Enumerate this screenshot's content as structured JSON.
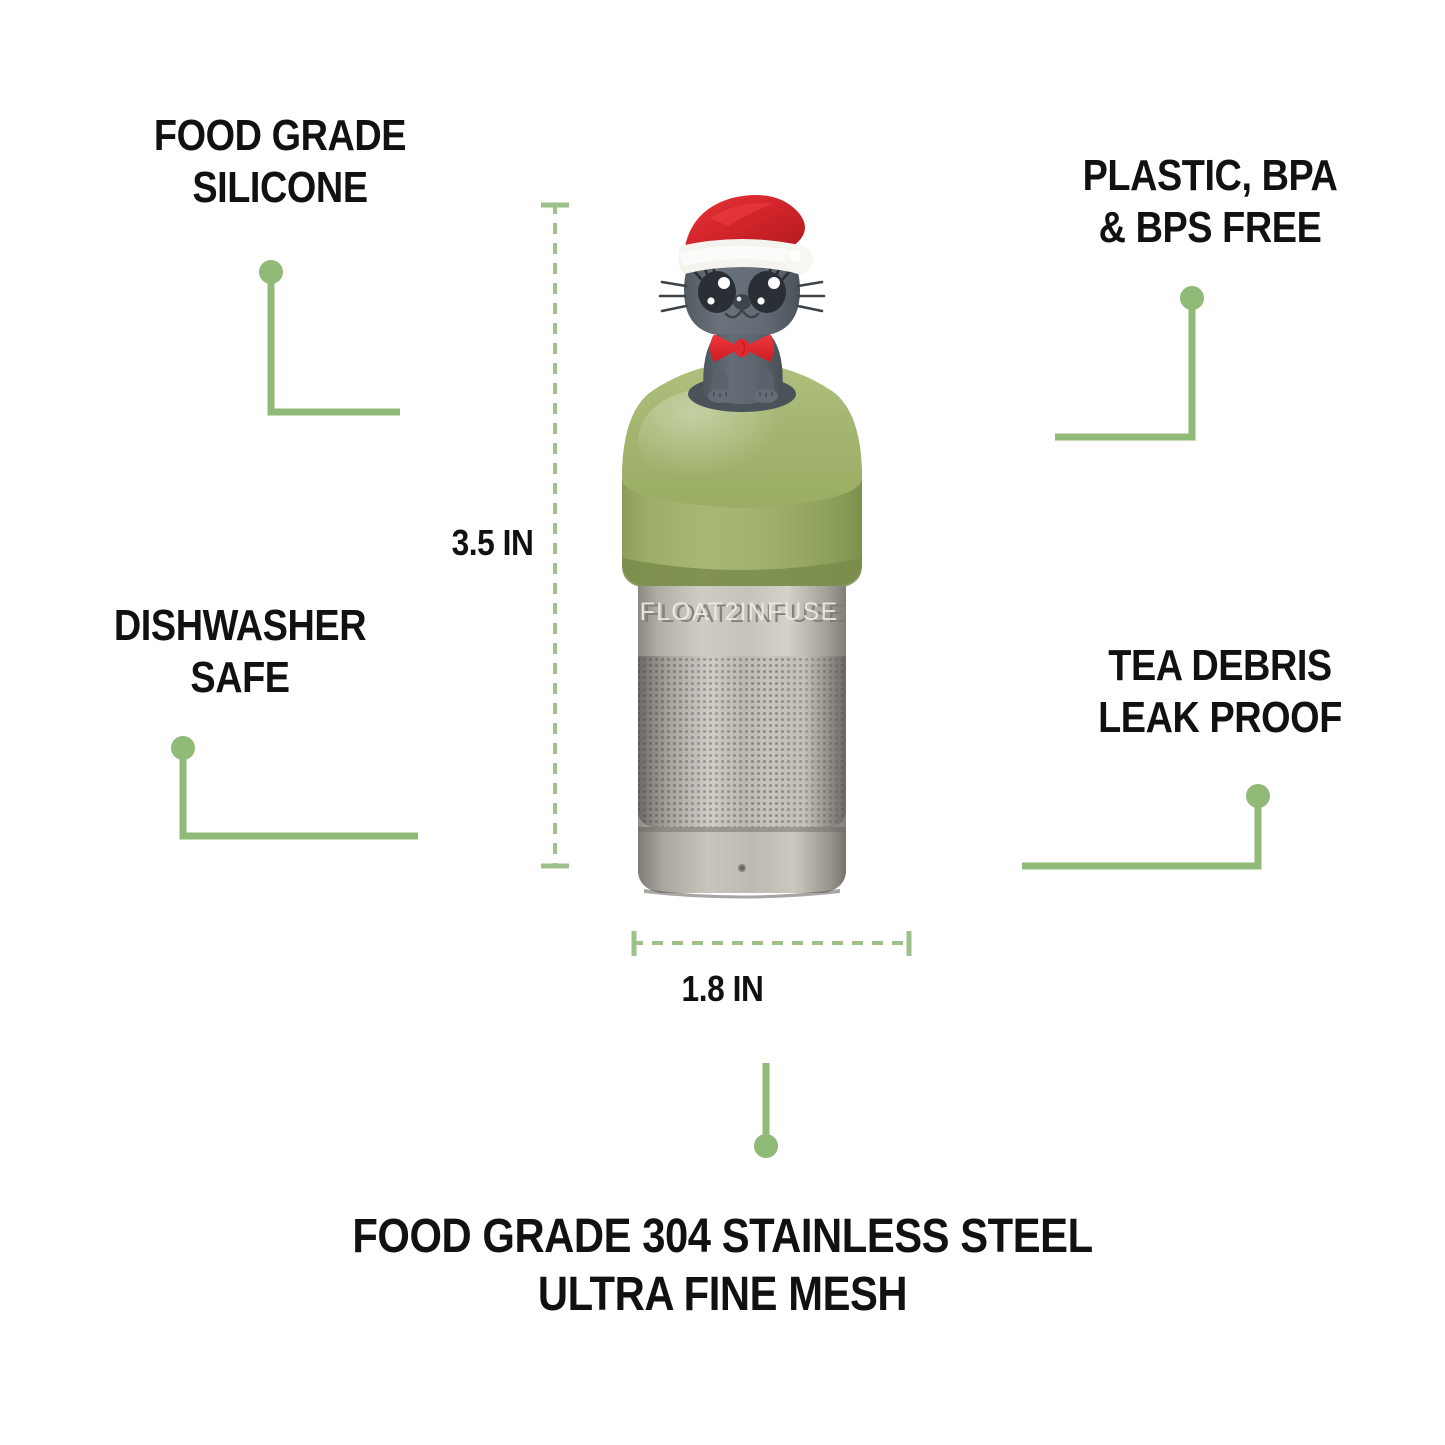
{
  "product": {
    "name": "Cat Tea Infuser",
    "engraved_brand": "FLOAT2INFUSE",
    "lid_color": "#9aad63",
    "lid_rim_color": "#7d8f4c",
    "mesh_color": "#b4b2ab",
    "figurine": {
      "type": "santa-cat",
      "body_color": "#5d666e",
      "hat_color": "#d8232a",
      "hat_trim_color": "#f2f1ec",
      "bow_color": "#e8262c",
      "inner_ear_color": "#e8a3b0",
      "eye_color": "#2a2f36"
    }
  },
  "accent": {
    "green": "#91b977",
    "green_dim": "#9ec08a",
    "text": "#111111"
  },
  "features": {
    "top_left": "FOOD GRADE\nSILICONE",
    "top_right": "PLASTIC, BPA\n& BPS FREE",
    "bottom_left": "DISHWASHER\nSAFE",
    "bottom_right": "TEA DEBRIS\nLEAK PROOF",
    "bottom_center": "FOOD GRADE 304 STAINLESS STEEL\nULTRA FINE MESH"
  },
  "dimensions": {
    "height": "3.5 IN",
    "width": "1.8 IN"
  },
  "icons": {
    "connector_top_left": "elbow-connector-icon",
    "connector_top_right": "elbow-connector-icon",
    "connector_bottom_left": "elbow-connector-icon",
    "connector_bottom_right": "elbow-connector-icon",
    "connector_bottom_center": "pin-connector-icon",
    "dimension_height": "vertical-dimension-icon",
    "dimension_width": "horizontal-dimension-icon"
  }
}
